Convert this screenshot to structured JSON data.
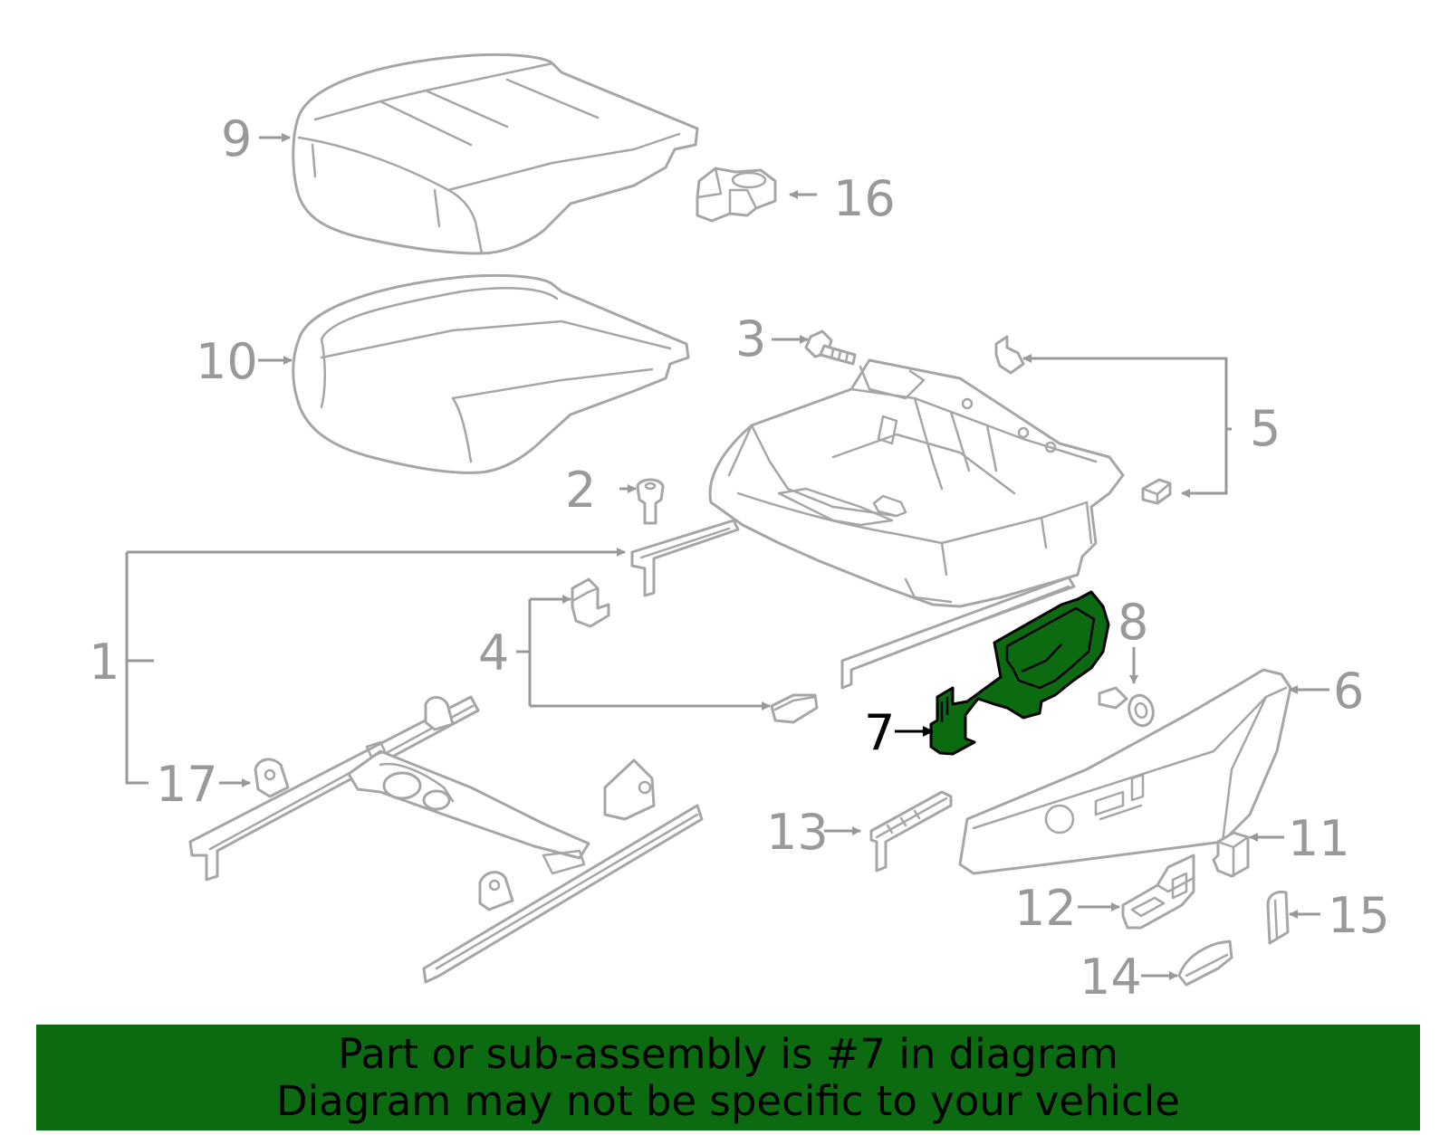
{
  "diagram": {
    "callouts": [
      {
        "id": "1",
        "label": "1"
      },
      {
        "id": "2",
        "label": "2"
      },
      {
        "id": "3",
        "label": "3"
      },
      {
        "id": "4",
        "label": "4"
      },
      {
        "id": "5",
        "label": "5"
      },
      {
        "id": "6",
        "label": "6"
      },
      {
        "id": "7",
        "label": "7",
        "highlighted": true
      },
      {
        "id": "8",
        "label": "8"
      },
      {
        "id": "9",
        "label": "9"
      },
      {
        "id": "10",
        "label": "10"
      },
      {
        "id": "11",
        "label": "11"
      },
      {
        "id": "12",
        "label": "12"
      },
      {
        "id": "13",
        "label": "13"
      },
      {
        "id": "14",
        "label": "14"
      },
      {
        "id": "15",
        "label": "15"
      },
      {
        "id": "16",
        "label": "16"
      },
      {
        "id": "17",
        "label": "17"
      }
    ],
    "colors": {
      "outline": "#a6a6a6",
      "label": "#999999",
      "highlight_fill": "#0c6b10",
      "highlight_outline": "#000000",
      "banner": "#0c6b10"
    }
  },
  "banner": {
    "line1": "Part or sub-assembly is #7 in diagram",
    "line2": "Diagram may not be specific to your vehicle"
  }
}
